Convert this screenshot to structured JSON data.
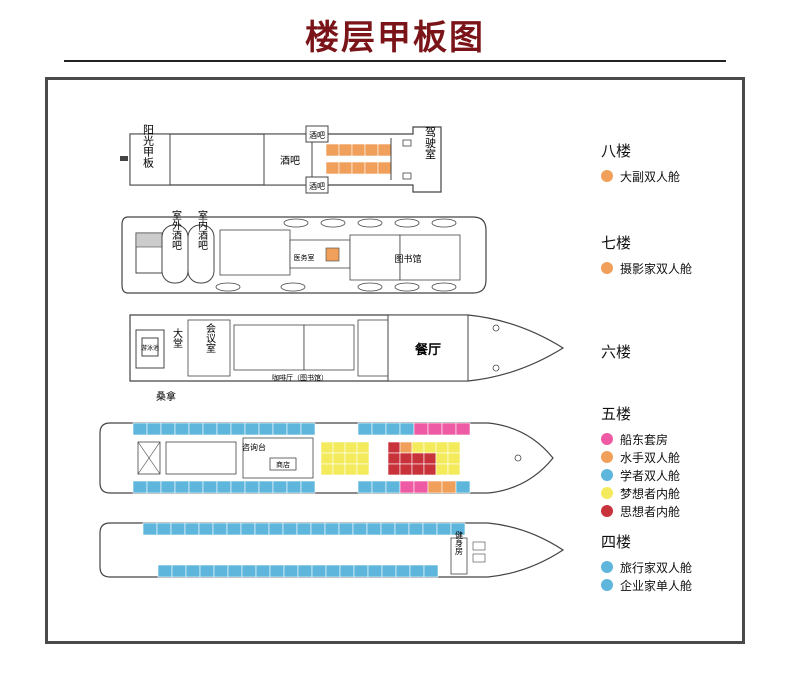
{
  "page": {
    "title": "楼层甲板图"
  },
  "deck8": {
    "sun_deck": "阳光甲板",
    "bar_top": "酒吧",
    "bar_mid": "酒吧",
    "bar_bottom": "酒吧",
    "bridge": "驾驶室"
  },
  "deck7": {
    "outdoor_bar": "室外酒吧",
    "indoor_bar": "室内酒吧",
    "clinic": "医务室",
    "library": "图书馆"
  },
  "deck6": {
    "pool": "游泳池",
    "hall": "大堂",
    "meeting": "会议室",
    "sauna": "桑拿",
    "lounge": "咖啡厅（图书馆）",
    "restaurant": "餐厅"
  },
  "deck5": {
    "info_desk": "咨询台",
    "shop": "商店"
  },
  "deck4": {
    "gym": "健身房"
  },
  "legend": [
    {
      "floor": "八楼",
      "items": [
        {
          "label": "大副双人舱",
          "color": "#f0a05a"
        }
      ]
    },
    {
      "floor": "七楼",
      "items": [
        {
          "label": "摄影家双人舱",
          "color": "#f0a05a"
        }
      ]
    },
    {
      "floor": "六楼",
      "items": []
    },
    {
      "floor": "五楼",
      "items": [
        {
          "label": "船东套房",
          "color": "#ee5aa4"
        },
        {
          "label": "水手双人舱",
          "color": "#f0a05a"
        },
        {
          "label": "学者双人舱",
          "color": "#5fb6dc"
        },
        {
          "label": "梦想者内舱",
          "color": "#f3ea5c"
        },
        {
          "label": "思想者内舱",
          "color": "#c8323a"
        }
      ]
    },
    {
      "floor": "四楼",
      "items": [
        {
          "label": "旅行家双人舱",
          "color": "#5fb6dc"
        },
        {
          "label": "企业家单人舱",
          "color": "#5fb6dc"
        }
      ]
    }
  ]
}
